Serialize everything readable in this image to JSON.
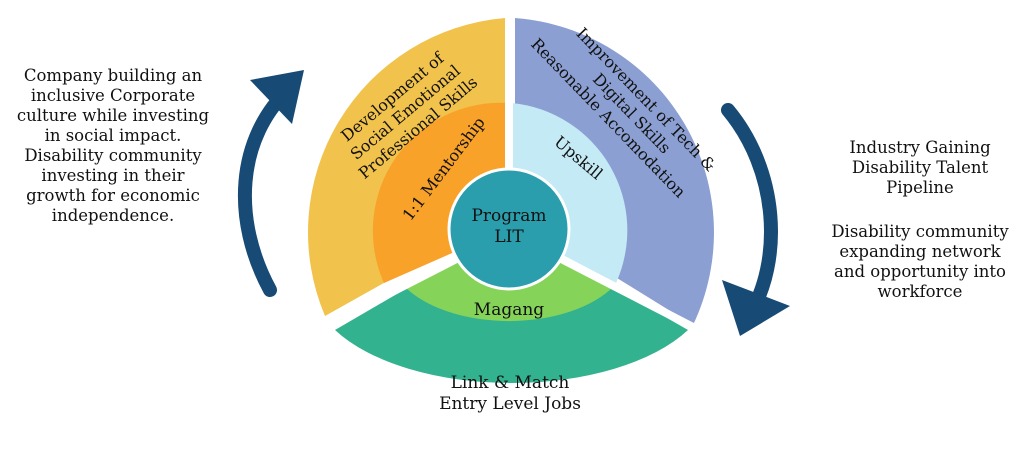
{
  "left_text": [
    "Company building an",
    "inclusive Corporate",
    "culture while investing",
    "in social impact.",
    "Disability community",
    "investing in their",
    "growth for economic",
    "independence."
  ],
  "right_text_top": [
    "Industry Gaining",
    "Disability Talent",
    "Pipeline"
  ],
  "right_text_bottom": [
    "Disability community",
    "expanding network",
    "and opportunity into",
    "workforce"
  ],
  "outer_ring": {
    "left": [
      "Development of",
      "Social Emotional",
      "Professional Skills"
    ],
    "right": [
      "Improvement of Tech &",
      "Digital Skills",
      "Reasonable Accomodation"
    ],
    "bottom": [
      "Link & Match",
      "Entry Level Jobs"
    ]
  },
  "middle_ring": {
    "left": "1:1 Mentorship",
    "right": "Upskill",
    "bottom": "Magang"
  },
  "center": [
    "Program",
    "LIT"
  ],
  "colors": {
    "outer_left": "#f1c24c",
    "outer_right": "#8c9fd2",
    "outer_bottom": "#33b28f",
    "middle_left": "#f8a22a",
    "middle_right": "#c4eaf5",
    "middle_bottom": "#86d35a",
    "center": "#2b9eae",
    "arrow": "#174a75"
  }
}
